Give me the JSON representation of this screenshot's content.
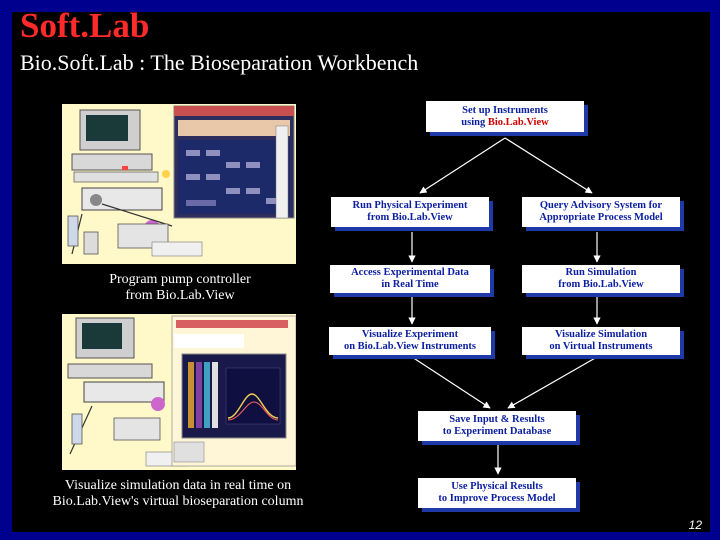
{
  "header": {
    "title": "Soft.Lab",
    "subtitle": "Bio.Soft.Lab : The Bioseparation Workbench"
  },
  "captions": {
    "top_line1": "Program pump controller",
    "top_line2": "from Bio.Lab.View",
    "bottom_line1": "Visualize simulation data in real time on",
    "bottom_line2": "Bio.Lab.View's  virtual bioseparation column"
  },
  "flow": {
    "setup": {
      "line1": "Set up  Instruments",
      "line2_prefix": "using ",
      "line2_highlight": "Bio.Lab.View"
    },
    "run_physical": {
      "line1": "Run Physical Experiment",
      "line2": "from Bio.Lab.View"
    },
    "query_advisory": {
      "line1": "Query Advisory System for",
      "line2": "Appropriate Process Model"
    },
    "access_data": {
      "line1": "Access Experimental Data",
      "line2": "in Real Time"
    },
    "run_simulation": {
      "line1": "Run Simulation",
      "line2": "from Bio.Lab.View"
    },
    "visualize_experiment": {
      "line1": "Visualize  Experiment",
      "line2": "on Bio.Lab.View Instruments"
    },
    "visualize_simulation": {
      "line1": "Visualize Simulation",
      "line2": "on Virtual Instruments"
    },
    "save_input": {
      "line1": "Save Input  & Results",
      "line2": "to Experiment Database"
    },
    "use_results": {
      "line1": "Use Physical Results",
      "line2": "to Improve Process Model"
    }
  },
  "page_number": "12",
  "colors": {
    "frame": "#00008e",
    "title": "#ff2a2a",
    "box_text": "#0b1fa0",
    "box_shadow": "#1e3aa8",
    "highlight": "#d00000"
  }
}
